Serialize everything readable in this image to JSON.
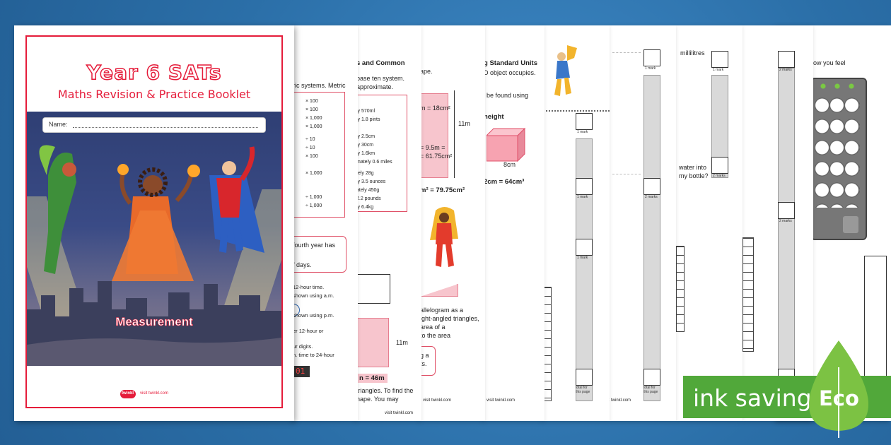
{
  "cover": {
    "title": "Year 6 SATs",
    "subtitle": "Maths Revision & Practice Booklet",
    "name_label": "Name:",
    "topic": "Measurement",
    "logo_text": "twinkl",
    "url": "visit twinkl.com"
  },
  "badge": {
    "ink_saving": "ink saving",
    "eco": "Eco"
  },
  "colors": {
    "accent_red": "#e51c3a",
    "background_blue": "#2f78b3",
    "eco_green": "#51a83a"
  },
  "page2": {
    "lines": [
      "ric systems. Metric",
      "fourth year has",
      "f days.",
      "12-hour time.",
      "shown using a.m.",
      "shown using p.m.",
      "er 12-hour or",
      "ur digits.",
      "n. time to 24-hour"
    ],
    "table_values": [
      "× 100",
      "× 100",
      "× 1,000",
      "× 1,000",
      "÷ 10",
      "÷ 10",
      "× 100",
      "× 1,000",
      "÷ 1,000",
      "÷ 1,000"
    ],
    "clock": "01"
  },
  "page3": {
    "heading": "s and Common",
    "lines": [
      "base ten system.",
      "approximate.",
      "ly 570ml",
      "ly 1.8 pints",
      "ly 2.5cm",
      "ly 30cm",
      "ly 1.6km",
      "mately 0.6 miles",
      "tely 28g",
      "ly 3.5 ounces",
      "ately 450g",
      "2.2 pounds",
      "ly 6.4kg",
      "n = 46m",
      "triangles. To find the",
      "hape. You may"
    ],
    "dim": "11m"
  },
  "page4": {
    "lines": [
      "ape.",
      "m = 18cm²",
      "= 9.5m =",
      "= 61.75cm²",
      "m² = 79.75cm²",
      "allelogram as a",
      "ight-angled triangles,",
      "area of a",
      "to the area",
      "g a",
      "ts."
    ],
    "dim": "11m"
  },
  "page5": {
    "heading": "g Standard Units",
    "lines": [
      "D object occupies.",
      "be found using",
      "height",
      "2cm = 64cm³"
    ],
    "dim": "8cm"
  },
  "page6": {},
  "page7": {},
  "page8": {
    "lines": [
      "millilitres",
      "water into",
      "my bottle?"
    ]
  },
  "page9": {},
  "page10": {
    "lines": [
      "ow you feel"
    ]
  },
  "page_footer": "visit twinkl.com",
  "marks": {
    "one": "1 mark",
    "two": "2 marks",
    "total": "total for this page"
  }
}
